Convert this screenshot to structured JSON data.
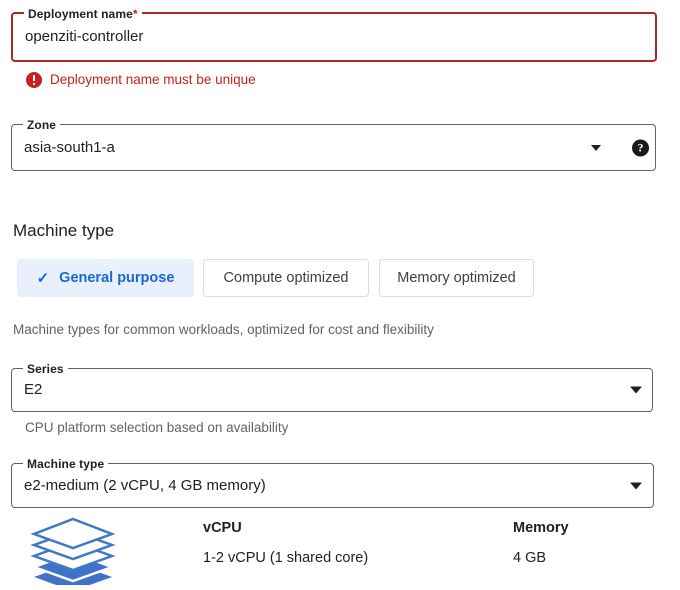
{
  "form": {
    "deployment_name": {
      "label": "Deployment name",
      "required_marker": "*",
      "value": "openziti-controller",
      "error": "Deployment name must be unique",
      "error_icon": "error-circle-icon"
    },
    "zone": {
      "label": "Zone",
      "value": "asia-south1-a",
      "caret_icon": "chevron-down-icon",
      "help_icon": "help-circle-icon",
      "help_glyph": "?"
    }
  },
  "machine_type_section": {
    "title": "Machine type",
    "chips": [
      {
        "label": "General purpose",
        "selected": true,
        "check_icon": "check-icon",
        "check_glyph": "✓"
      },
      {
        "label": "Compute optimized",
        "selected": false
      },
      {
        "label": "Memory optimized",
        "selected": false
      }
    ],
    "chips_helper": "Machine types for common workloads, optimized for cost and flexibility",
    "series": {
      "label": "Series",
      "value": "E2",
      "caret_icon": "chevron-down-icon",
      "helper": "CPU platform selection based on availability"
    },
    "machine_type": {
      "label": "Machine type",
      "value": "e2-medium (2 vCPU, 4 GB memory)",
      "caret_icon": "chevron-down-icon"
    },
    "specs": {
      "icon": "stacked-disks-icon",
      "columns": [
        {
          "header": "vCPU",
          "value": "1-2 vCPU (1 shared core)"
        },
        {
          "header": "Memory",
          "value": "4 GB"
        }
      ]
    }
  },
  "colors": {
    "error_red": "#c5221f",
    "accent_blue": "#1967d2",
    "chip_selected_bg": "#e8f0fe",
    "icon_blue": "#4277c8",
    "border_gray": "#5f6368",
    "text_gray": "#5f6368"
  }
}
